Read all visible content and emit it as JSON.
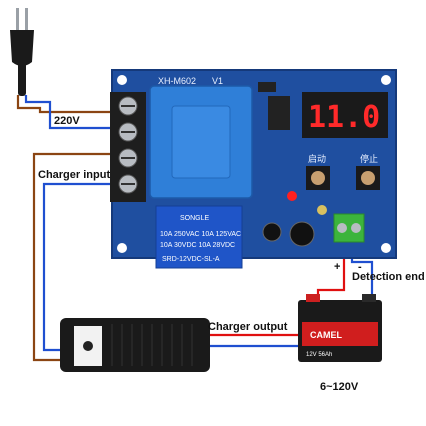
{
  "board": {
    "model": "XH-M602",
    "version": "V1",
    "display_value": "11.0",
    "start_button_label": "启动",
    "stop_button_label": "停止",
    "relay_brand": "SONGLE",
    "relay_rating_1": "10A 250VAC  10A 125VAC",
    "relay_rating_2": "10A 30VDC  10A 28VDC",
    "relay_model": "SRD-12VDC-SL-A"
  },
  "labels": {
    "mains": "220V",
    "charger_input": "Charger input",
    "charger_output": "Charger output",
    "detection_end": "Detection end",
    "battery_range": "6~120V",
    "plus": "+",
    "minus": "-"
  },
  "battery": {
    "brand": "CAMEL",
    "spec": "12V 56Ah"
  },
  "colors": {
    "pcb": "#1f4fa0",
    "wire_brown": "#8b4513",
    "wire_blue": "#1f4fd0",
    "wire_red": "#e01010",
    "transformer": "#2f7fd8",
    "display_red": "#ff2a2a",
    "terminal_green": "#3cb43c"
  }
}
